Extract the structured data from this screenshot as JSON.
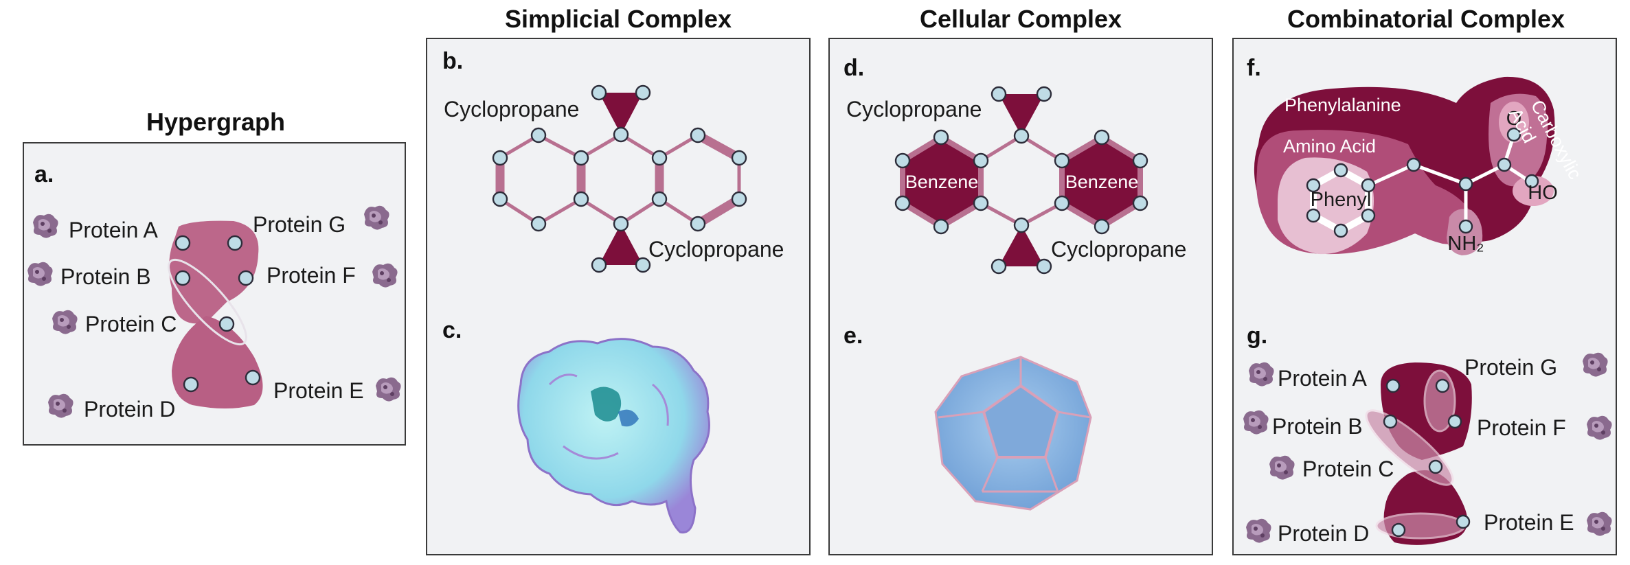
{
  "columns": {
    "hypergraph": "Hypergraph",
    "simplicial": "Simplicial Complex",
    "cellular": "Cellular Complex",
    "combinatorial": "Combinatorial Complex"
  },
  "panels": {
    "a": "a.",
    "b": "b.",
    "c": "c.",
    "d": "d.",
    "e": "e.",
    "f": "f.",
    "g": "g."
  },
  "proteins": {
    "a": "Protein A",
    "b": "Protein B",
    "c": "Protein C",
    "d": "Protein D",
    "e": "Protein E",
    "f": "Protein F",
    "g": "Protein G"
  },
  "molecules": {
    "cyclopropane": "Cyclopropane",
    "benzene": "Benzene",
    "phenylalanine": "Phenylalanine",
    "amino_acid": "Amino Acid",
    "phenyl": "Phenyl",
    "carboxylic_acid_line1": "Carboxylic",
    "carboxylic_acid_line2": "Acid",
    "oxygen": "O",
    "hydroxyl": "HO",
    "amine": "NH₂"
  },
  "colors": {
    "maroon": "#7d0f3b",
    "mauve": "#b85f84",
    "edge": "#b87090",
    "node": "#bfdce6",
    "panel": "#f1f2f4"
  }
}
